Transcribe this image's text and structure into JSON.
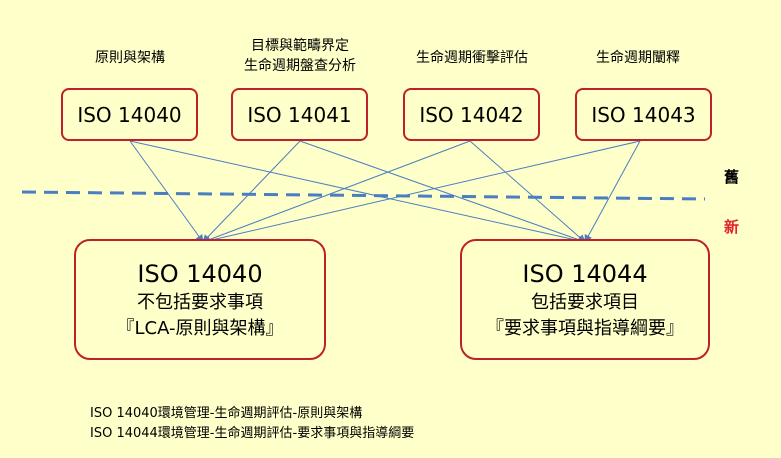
{
  "top_labels": [
    {
      "line1": "原則與架構",
      "line2": ""
    },
    {
      "line1": "目標與範疇界定",
      "line2": "生命週期盤查分析"
    },
    {
      "line1": "生命週期衝擊評估",
      "line2": ""
    },
    {
      "line1": "生命週期闡釋",
      "line2": ""
    }
  ],
  "top_boxes": [
    "ISO 14040",
    "ISO 14041",
    "ISO 14042",
    "ISO 14043"
  ],
  "divider": {
    "old_label": "舊",
    "new_label": "新",
    "line_color": "#4A7EC2",
    "new_color": "#E0262C"
  },
  "bottom_boxes": [
    {
      "title": "ISO 14040",
      "subtitle": "不包括要求事項",
      "detail": "『LCA-原則與架構』"
    },
    {
      "title": "ISO 14044",
      "subtitle": "包括要求項目",
      "detail": "『要求事項與指導綱要』"
    }
  ],
  "footnotes": [
    "ISO 14040環境管理-生命週期評估-原則與架構",
    "ISO 14044環境管理-生命週期評估-要求事項與指導綱要"
  ],
  "colors": {
    "background": "#FEFFC9",
    "box_border": "#C0202A",
    "arrow": "#4A7EC2"
  }
}
